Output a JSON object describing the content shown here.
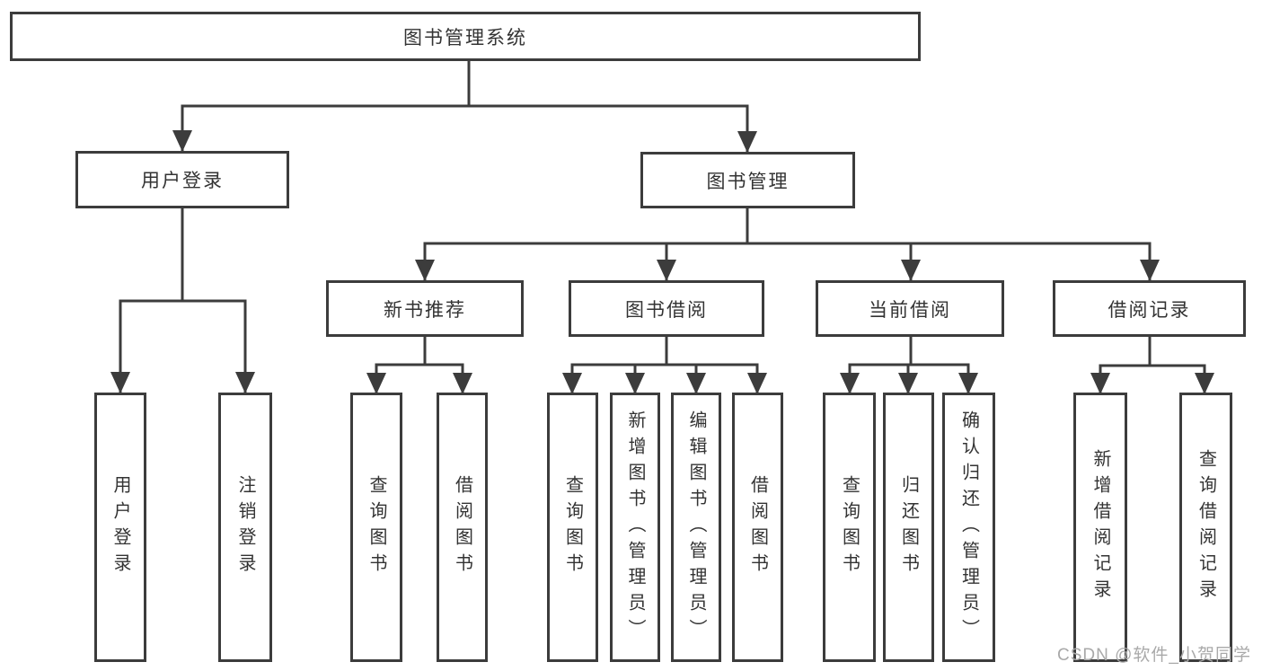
{
  "page": {
    "background": "#ffffff"
  },
  "colors": {
    "line": "#3c3c3c",
    "box_border": "#3c3c3c",
    "box_fill": "#ffffff",
    "text": "#333333",
    "watermark": "#a9a9a9"
  },
  "watermark": {
    "text": "CSDN @软件_小贺同学"
  },
  "tree": {
    "label": "图书管理系统",
    "children": [
      {
        "label": "用户登录",
        "children": [
          {
            "label": "用户登录"
          },
          {
            "label": "注销登录"
          }
        ]
      },
      {
        "label": "图书管理",
        "children": [
          {
            "label": "新书推荐",
            "children": [
              {
                "label": "查询图书"
              },
              {
                "label": "借阅图书"
              }
            ]
          },
          {
            "label": "图书借阅",
            "children": [
              {
                "label": "查询图书"
              },
              {
                "label": "新增图书（管理员）"
              },
              {
                "label": "编辑图书（管理员）"
              },
              {
                "label": "借阅图书"
              }
            ]
          },
          {
            "label": "当前借阅",
            "children": [
              {
                "label": "查询图书"
              },
              {
                "label": "归还图书"
              },
              {
                "label": "确认归还（管理员）"
              }
            ]
          },
          {
            "label": "借阅记录",
            "children": [
              {
                "label": "新增借阅记录"
              },
              {
                "label": "查询借阅记录"
              }
            ]
          }
        ]
      }
    ]
  }
}
